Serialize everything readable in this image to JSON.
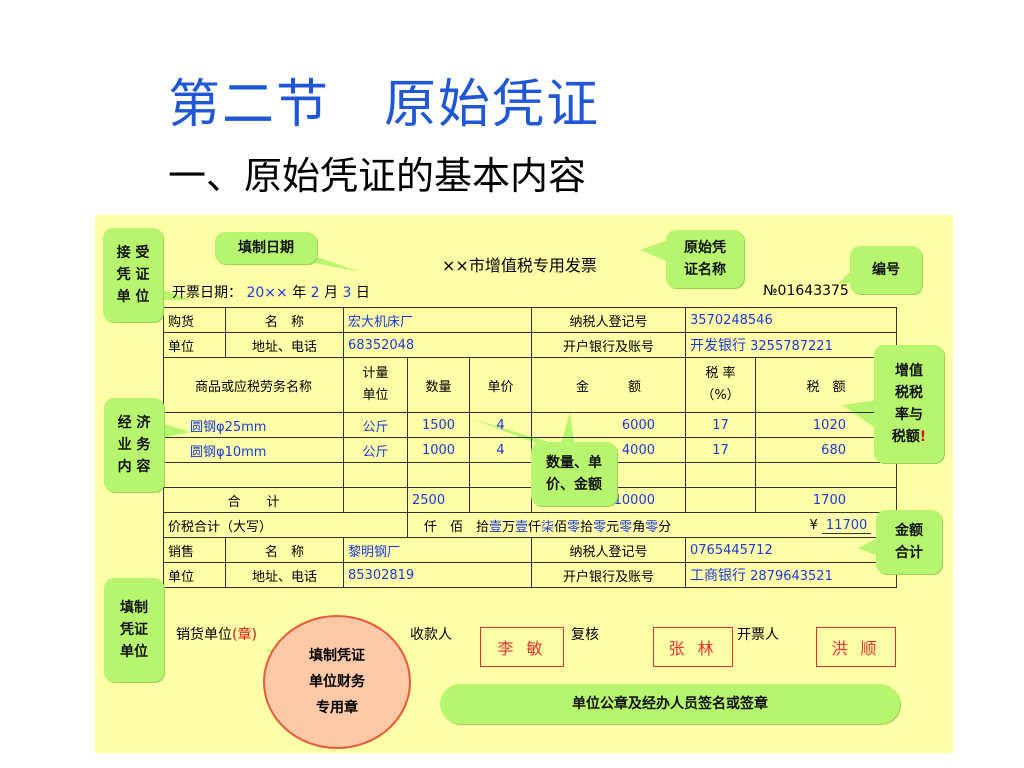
{
  "slide": {
    "title": "第二节　原始凭证",
    "subtitle": "一、原始凭证的基本内容"
  },
  "invoice": {
    "title": "××市增值税专用发票",
    "number": "№01643375",
    "date_prefix": "开票日期：",
    "date_year": "20××",
    "date_year_label": "年",
    "date_month": "2",
    "date_month_label": "月",
    "date_day": "3",
    "date_day_label": "日",
    "buyer": {
      "label_1": "购货",
      "label_2": "单位",
      "name_label": "名　称",
      "name_value": "宏大机床厂",
      "tax_id_label": "纳税人登记号",
      "tax_id_value": "3570248546",
      "addr_label": "地址、电话",
      "addr_value": "68352048",
      "bank_label": "开户银行及账号",
      "bank_name": "开发银行",
      "bank_account": "3255787221"
    },
    "header": {
      "item": "商品或应税劳务名称",
      "unit_1": "计量",
      "unit_2": "单位",
      "qty": "数量",
      "price": "单价",
      "amount": "金　　　额",
      "rate_1": "税 率",
      "rate_2": "（%）",
      "tax": "税　额"
    },
    "items": [
      {
        "name": "圆钢φ25mm",
        "unit": "公斤",
        "qty": "1500",
        "price": "4",
        "amount": "6000",
        "rate": "17",
        "tax": "1020"
      },
      {
        "name": "圆钢φ10mm",
        "unit": "公斤",
        "qty": "1000",
        "price": "4",
        "amount": "4000",
        "rate": "17",
        "tax": "680"
      }
    ],
    "total": {
      "label": "合　　计",
      "qty": "2500",
      "amount": "10000",
      "tax": "1700"
    },
    "grand_total": {
      "label": "价税合计（大写）",
      "words_plain_1": "仟　佰　拾",
      "words_colored": "壹",
      "words_plain_2": "万",
      "words_colored_2": "壹",
      "words_plain_3": "仟",
      "words_colored_3": "柒",
      "words_plain_4": "佰",
      "words_colored_4": "零",
      "words_plain_5": "拾",
      "words_colored_5": "零",
      "words_plain_6": "元",
      "words_colored_6": "零",
      "words_plain_7": "角",
      "words_colored_7": "零",
      "words_plain_8": "分",
      "currency": "¥",
      "value": "11700"
    },
    "seller": {
      "label_1": "销售",
      "label_2": "单位",
      "name_label": "名　称",
      "name_value": "黎明钢厂",
      "tax_id_label": "纳税人登记号",
      "tax_id_value": "0765445712",
      "addr_label": "地址、电话",
      "addr_value": "85302819",
      "bank_label": "开户银行及账号",
      "bank_name": "工商银行",
      "bank_account": "2879643521"
    },
    "footer": {
      "seller_unit": "销货单位",
      "seal_mark": "(章)",
      "payee_label": "收款人",
      "payee": "李 敏",
      "reviewer_label": "复核",
      "reviewer": "张 林",
      "issuer_label": "开票人",
      "issuer": "洪 顺"
    },
    "stamp_text": [
      "填制凭证",
      "单位财务",
      "专用章"
    ]
  },
  "callouts": {
    "receiver": [
      "接 受",
      "凭 证",
      "单 位"
    ],
    "date": "填制日期",
    "doc_name": [
      "原始凭",
      "证名称"
    ],
    "number": "编号",
    "business": [
      "经 济",
      "业 务",
      "内 容"
    ],
    "tax": [
      "增值",
      "税税",
      "率与",
      "税额"
    ],
    "tax_mark": "!",
    "qty_price": [
      "数量、单",
      "价、金额"
    ],
    "total_amount": [
      "金额",
      "合计"
    ],
    "issuer_unit": [
      "填制",
      "凭证",
      "单位"
    ],
    "signature": "单位公章及经办人员签名或签章"
  },
  "colors": {
    "title_blue": "#1f57d6",
    "panel_yellow": "#ffffa8",
    "callout_green": "#b8f56e",
    "value_blue": "#1a3bd8",
    "stamp_red": "#e83030"
  }
}
